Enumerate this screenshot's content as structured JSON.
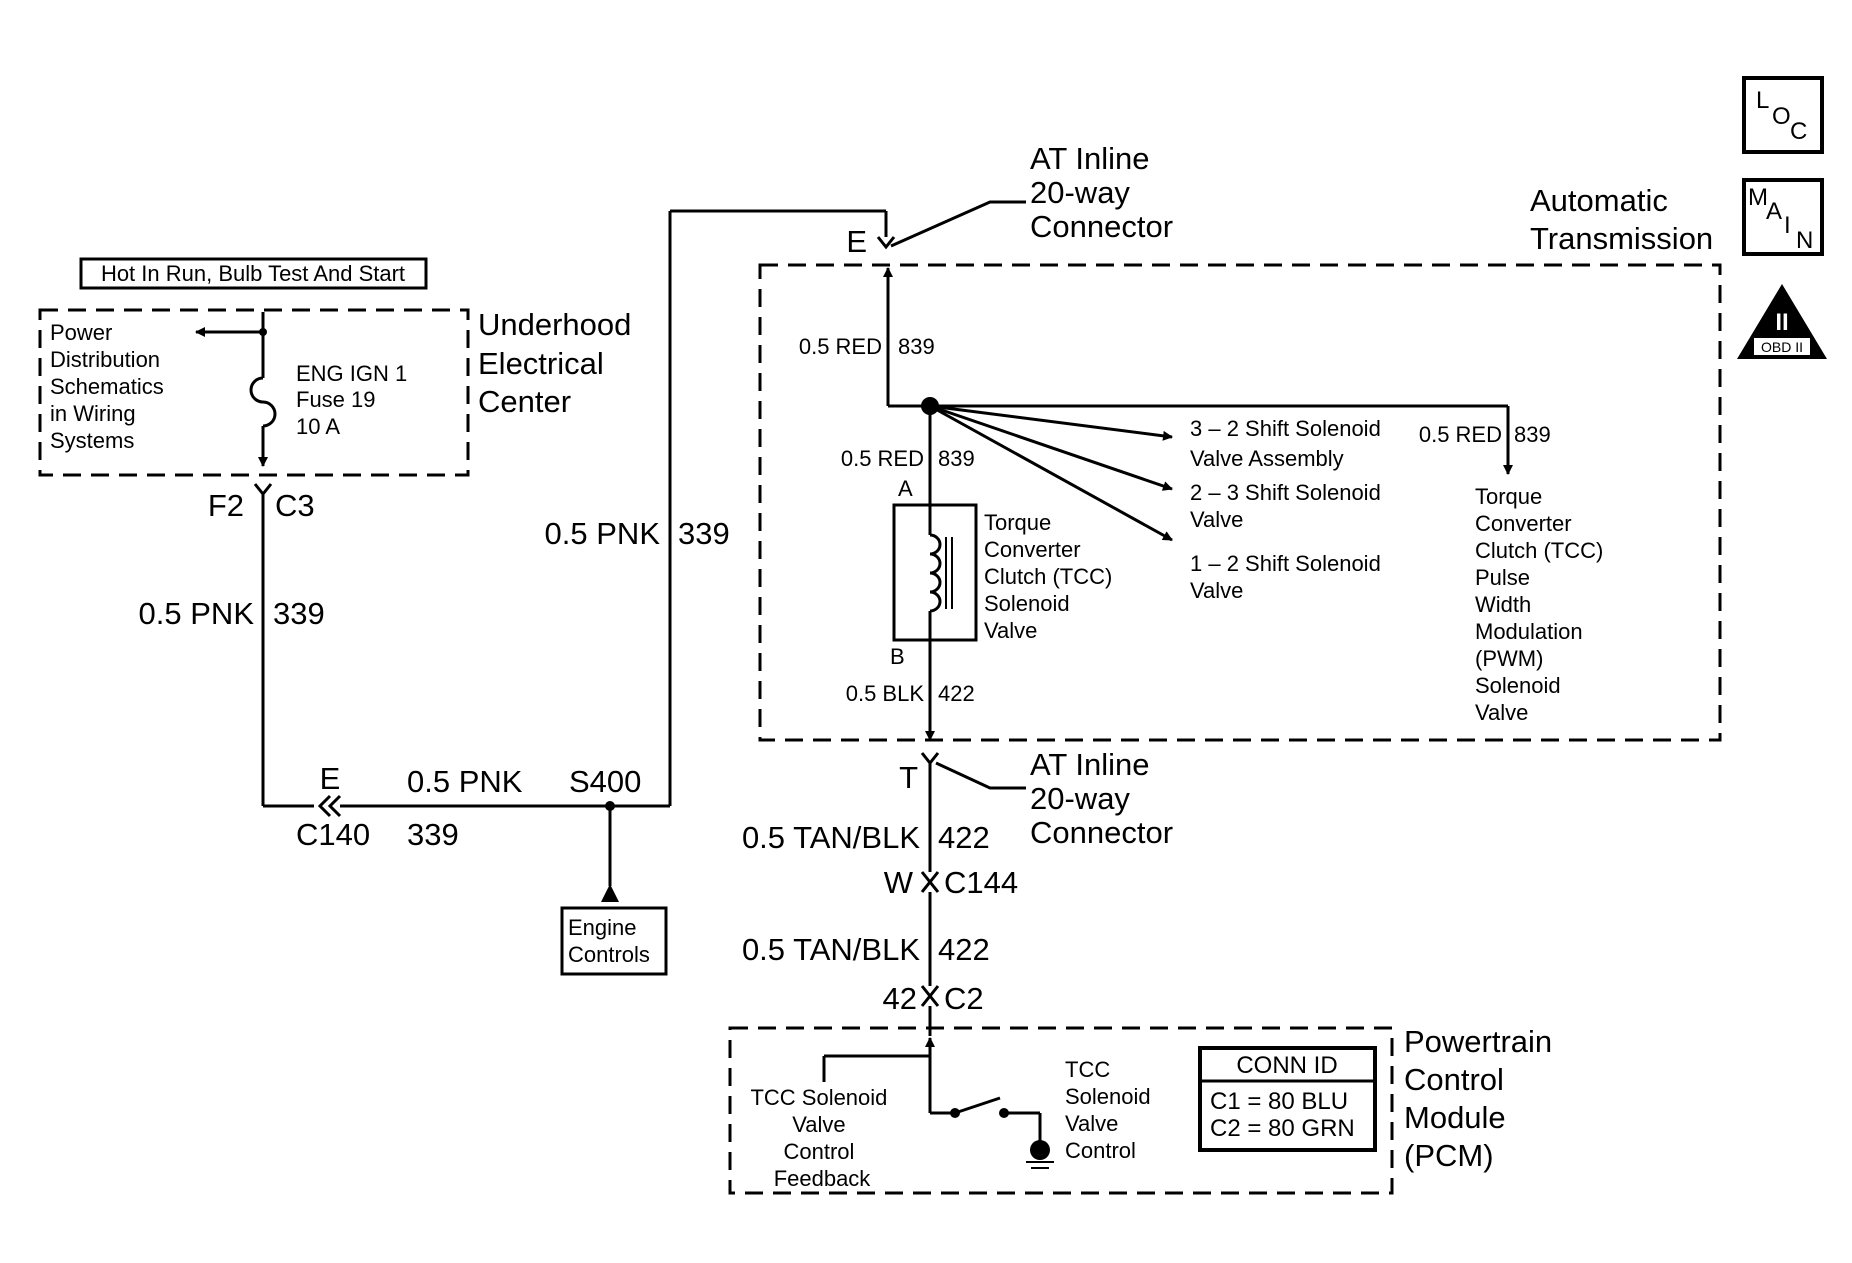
{
  "supply": {
    "header": "Hot In Run, Bulb Test And Start",
    "power_dist_ref": [
      "Power",
      "Distribution",
      "Schematics",
      "in Wiring",
      "Systems"
    ],
    "fuse": [
      "ENG IGN 1",
      "Fuse 19",
      "10 A"
    ],
    "block_name": [
      "Underhood",
      "Electrical",
      "Center"
    ]
  },
  "wires": {
    "pnk": "0.5 PNK",
    "pnk_ckt": "339",
    "red": "0.5 RED",
    "red_ckt": "839",
    "blk": "0.5 BLK",
    "blk_ckt": "422",
    "tanblk": "0.5 TAN/BLK",
    "tanblk_ckt": "422"
  },
  "connectors": {
    "f2": "F2",
    "c3": "C3",
    "c140_pin": "E",
    "c140": "C140",
    "splice": "S400",
    "inline_top_pin": "E",
    "inline_bottom_pin": "T",
    "inline_name": [
      "AT Inline",
      "20-way",
      "Connector"
    ],
    "c144_pin": "W",
    "c144": "C144",
    "c2_pin": "42",
    "c2": "C2"
  },
  "engine_controls": [
    "Engine",
    "Controls"
  ],
  "transmission": {
    "title": [
      "Automatic",
      "Transmission"
    ],
    "pin_a": "A",
    "pin_b": "B",
    "tcc_solenoid": [
      "Torque",
      "Converter",
      "Clutch (TCC)",
      "Solenoid",
      "Valve"
    ],
    "shift_32": [
      "3 – 2 Shift Solenoid",
      "Valve  Assembly"
    ],
    "shift_23": [
      "2 – 3 Shift Solenoid",
      "Valve"
    ],
    "shift_12": [
      "1 – 2 Shift Solenoid",
      "Valve"
    ],
    "pwm_solenoid": [
      "Torque",
      "Converter",
      "Clutch (TCC)",
      "Pulse",
      "Width",
      "Modulation",
      "(PWM)",
      "Solenoid",
      "Valve"
    ]
  },
  "pcm": {
    "name": [
      "Powertrain",
      "Control",
      "Module",
      "(PCM)"
    ],
    "feedback": [
      "TCC Solenoid",
      "Valve",
      "Control",
      "Feedback"
    ],
    "control": [
      "TCC",
      "Solenoid",
      "Valve",
      "Control"
    ],
    "conn_id_title": "CONN ID",
    "conn_c1": "C1 = 80 BLU",
    "conn_c2": "C2 = 80 GRN"
  },
  "badges": {
    "loc": [
      "L",
      "O",
      "C"
    ],
    "main": [
      "M",
      "A",
      "I",
      "N"
    ],
    "obd_numeral": "II",
    "obd_text": "OBD II"
  }
}
